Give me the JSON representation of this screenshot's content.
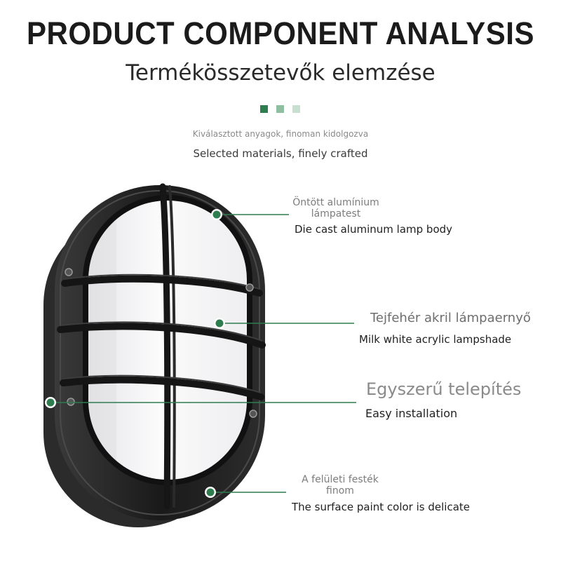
{
  "header": {
    "title": "PRODUCT COMPONENT ANALYSIS",
    "subtitle": "Termékösszetevők elemzése",
    "tagline_hu": "Kiválasztott anyagok, finoman kidolgozva",
    "tagline_en": "Selected materials, finely crafted"
  },
  "accent_colors": {
    "dot_1": "#2e7d4f",
    "dot_2": "#8fbfa0",
    "dot_3": "#c7dfcf",
    "callout_line": "#2e7d4f"
  },
  "callouts": [
    {
      "hu": "Öntött alumínium lámpatest",
      "en": "Die cast aluminum lamp body"
    },
    {
      "hu": "Tejfehér akril lámpaernyő",
      "en": "Milk white acrylic lampshade"
    },
    {
      "hu": "Egyszerű telepítés",
      "en": "Easy installation"
    },
    {
      "hu": "A felületi festék finom",
      "en": "The surface paint color is delicate"
    }
  ],
  "icons": [
    "lamp-product-image",
    "screw-icon"
  ]
}
